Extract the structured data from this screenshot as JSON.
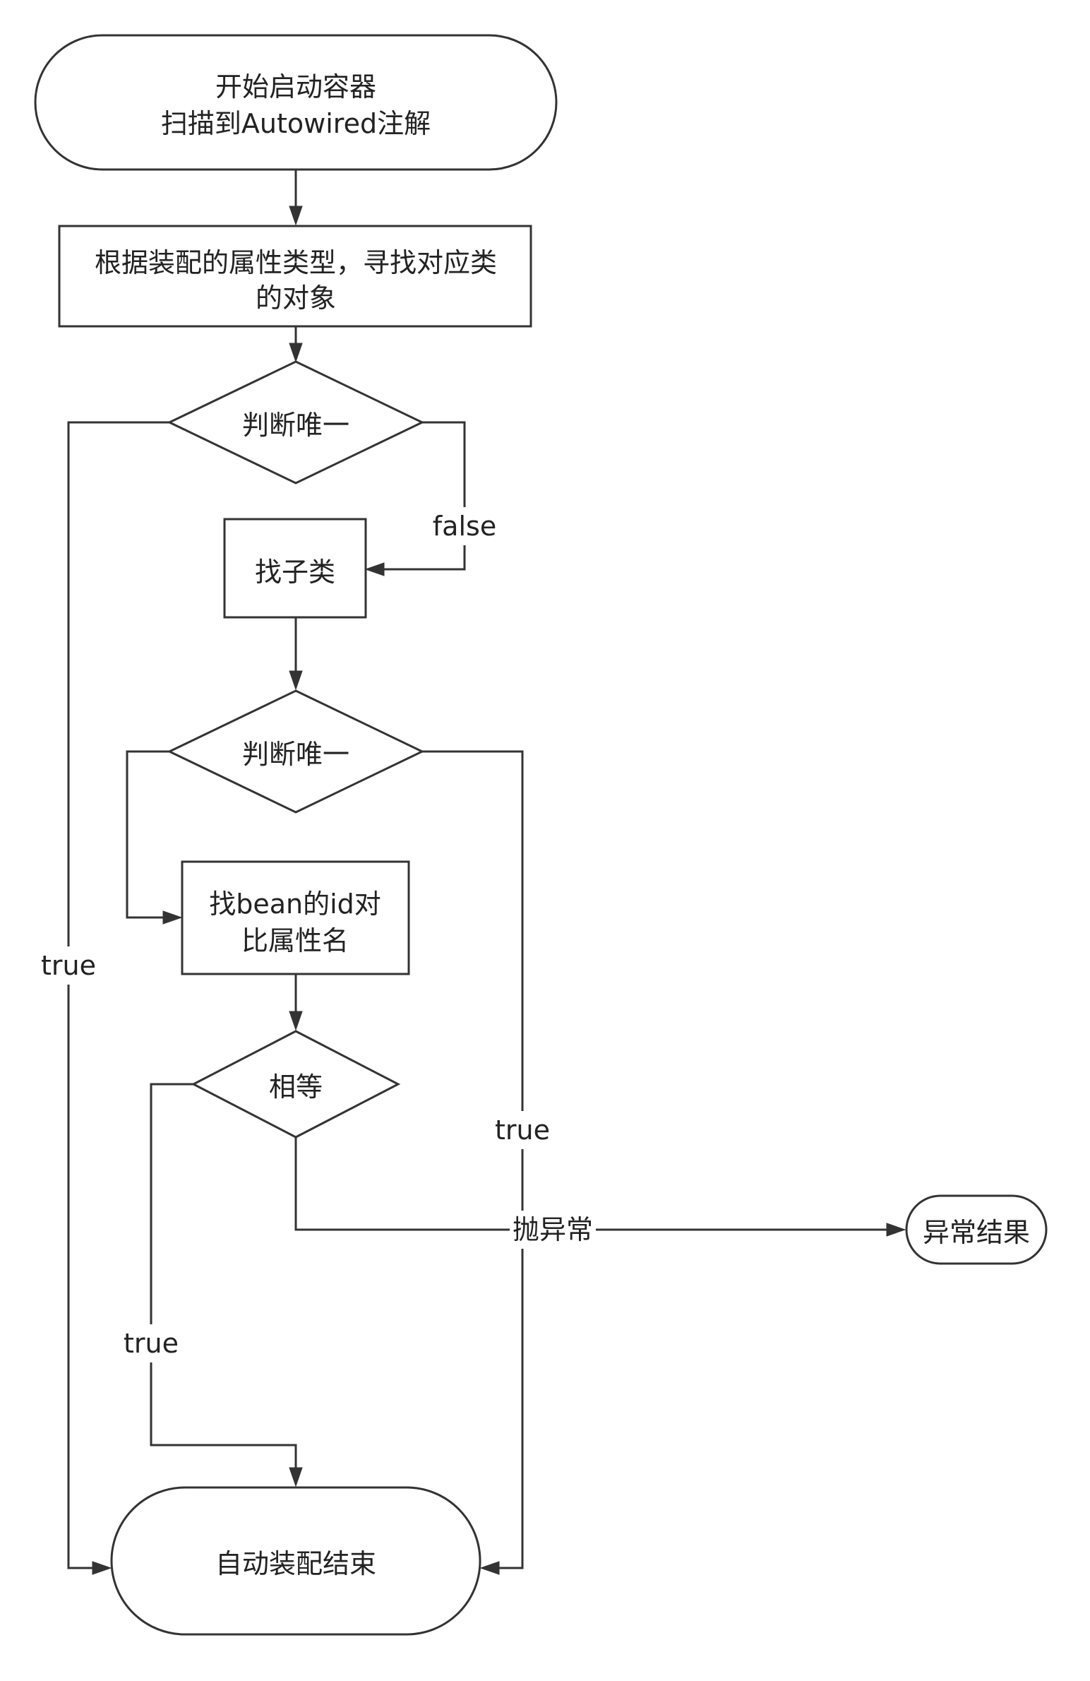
{
  "nodes": {
    "start": {
      "line1": "开始启动容器",
      "line2": "扫描到Autowired注解"
    },
    "find_type": {
      "line1": "根据装配的属性类型，寻找对应类",
      "line2": "的对象"
    },
    "decision1": {
      "label": "判断唯一"
    },
    "find_sub": {
      "label": "找子类"
    },
    "decision2": {
      "label": "判断唯一"
    },
    "find_bean": {
      "line1": "找bean的id对",
      "line2": "比属性名"
    },
    "decision3": {
      "label": "相等"
    },
    "end": {
      "label": "自动装配结束"
    },
    "error_result": {
      "label": "异常结果"
    }
  },
  "edges": {
    "d1_false": "false",
    "d1_true": "true",
    "d2_true": "true",
    "d3_true": "true",
    "throw": "抛异常"
  },
  "colors": {
    "stroke": "#333333",
    "text": "#222222",
    "background": "#ffffff"
  }
}
